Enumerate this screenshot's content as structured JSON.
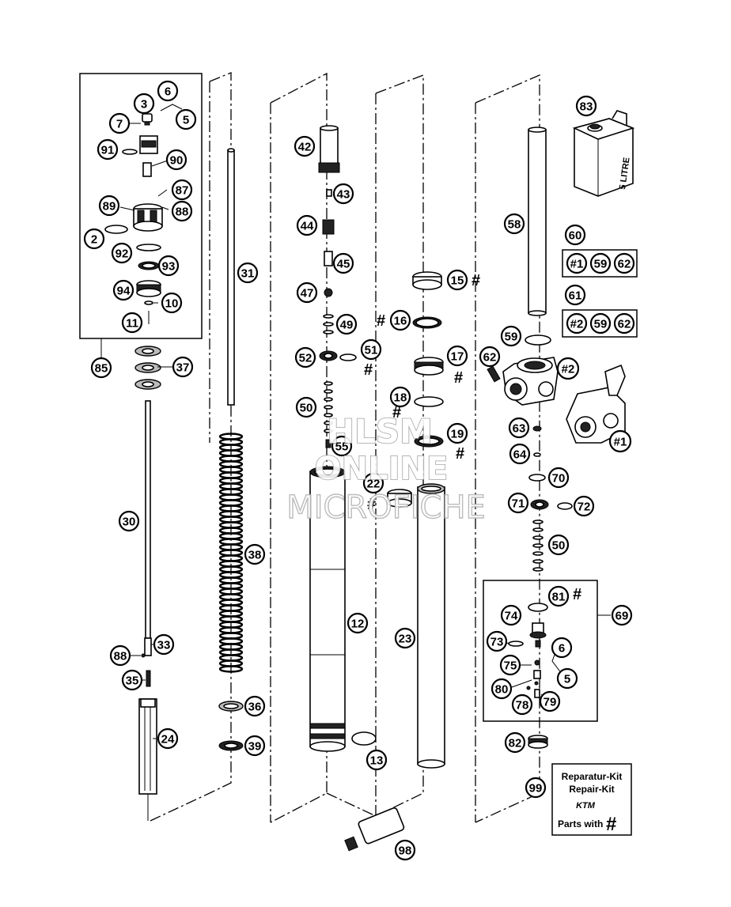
{
  "watermark": {
    "line1": "HLSM",
    "line2": "ONLINE",
    "line3": "MICROFICHE"
  },
  "hash_mark": "#",
  "oil_can": {
    "label": "5 LITRE"
  },
  "repair_kit": {
    "line1": "Reparatur-Kit",
    "line2": "Repair-Kit",
    "brand": "KTM",
    "line3": "Parts with",
    "symbol": "#"
  },
  "kits": {
    "kit60": {
      "number": "60",
      "items": [
        "#1",
        "59",
        "62"
      ]
    },
    "kit61": {
      "number": "61",
      "items": [
        "#2",
        "59",
        "62"
      ]
    }
  },
  "callouts": [
    {
      "id": "c3",
      "label": "3"
    },
    {
      "id": "c6a",
      "label": "6"
    },
    {
      "id": "c5a",
      "label": "5"
    },
    {
      "id": "c7",
      "label": "7"
    },
    {
      "id": "c91",
      "label": "91"
    },
    {
      "id": "c90",
      "label": "90"
    },
    {
      "id": "c87",
      "label": "87"
    },
    {
      "id": "c88a",
      "label": "88"
    },
    {
      "id": "c89",
      "label": "89"
    },
    {
      "id": "c2",
      "label": "2"
    },
    {
      "id": "c92",
      "label": "92"
    },
    {
      "id": "c93",
      "label": "93"
    },
    {
      "id": "c94",
      "label": "94"
    },
    {
      "id": "c10",
      "label": "10"
    },
    {
      "id": "c11",
      "label": "11"
    },
    {
      "id": "c85",
      "label": "85"
    },
    {
      "id": "c37",
      "label": "37"
    },
    {
      "id": "c30",
      "label": "30"
    },
    {
      "id": "c88b",
      "label": "88"
    },
    {
      "id": "c33",
      "label": "33"
    },
    {
      "id": "c35",
      "label": "35"
    },
    {
      "id": "c24",
      "label": "24"
    },
    {
      "id": "c31",
      "label": "31"
    },
    {
      "id": "c38",
      "label": "38"
    },
    {
      "id": "c36",
      "label": "36"
    },
    {
      "id": "c39",
      "label": "39"
    },
    {
      "id": "c42",
      "label": "42"
    },
    {
      "id": "c43",
      "label": "43"
    },
    {
      "id": "c44",
      "label": "44"
    },
    {
      "id": "c45",
      "label": "45"
    },
    {
      "id": "c47",
      "label": "47"
    },
    {
      "id": "c49",
      "label": "49"
    },
    {
      "id": "c52",
      "label": "52"
    },
    {
      "id": "c51",
      "label": "51"
    },
    {
      "id": "c50a",
      "label": "50"
    },
    {
      "id": "c55",
      "label": "55"
    },
    {
      "id": "c12",
      "label": "12"
    },
    {
      "id": "c13",
      "label": "13"
    },
    {
      "id": "c15",
      "label": "15"
    },
    {
      "id": "c16",
      "label": "16"
    },
    {
      "id": "c17",
      "label": "17"
    },
    {
      "id": "c18",
      "label": "18"
    },
    {
      "id": "c19",
      "label": "19"
    },
    {
      "id": "c22",
      "label": "22"
    },
    {
      "id": "c23",
      "label": "23"
    },
    {
      "id": "c98",
      "label": "98"
    },
    {
      "id": "c58",
      "label": "58"
    },
    {
      "id": "c83",
      "label": "83"
    },
    {
      "id": "c59",
      "label": "59"
    },
    {
      "id": "c62a",
      "label": "62"
    },
    {
      "id": "c63",
      "label": "63"
    },
    {
      "id": "c64",
      "label": "64"
    },
    {
      "id": "c70",
      "label": "70"
    },
    {
      "id": "c71",
      "label": "71"
    },
    {
      "id": "c72",
      "label": "72"
    },
    {
      "id": "c50b",
      "label": "50"
    },
    {
      "id": "c81",
      "label": "81"
    },
    {
      "id": "c69",
      "label": "69"
    },
    {
      "id": "c74",
      "label": "74"
    },
    {
      "id": "c73",
      "label": "73"
    },
    {
      "id": "c75",
      "label": "75"
    },
    {
      "id": "c6b",
      "label": "6"
    },
    {
      "id": "c5b",
      "label": "5"
    },
    {
      "id": "c80",
      "label": "80"
    },
    {
      "id": "c78",
      "label": "78"
    },
    {
      "id": "c79",
      "label": "79"
    },
    {
      "id": "c82",
      "label": "82"
    },
    {
      "id": "c99",
      "label": "99"
    },
    {
      "id": "ch2",
      "label": "#2"
    },
    {
      "id": "ch1",
      "label": "#1"
    }
  ]
}
